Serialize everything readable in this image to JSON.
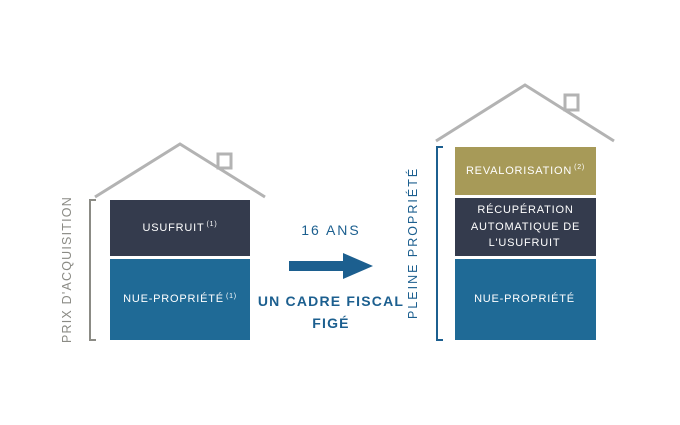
{
  "left": {
    "axis_label": "PRIX D'ACQUISITION",
    "boxes": [
      {
        "label": "USUFRUIT",
        "sup": "(1)"
      },
      {
        "label": "NUE-PROPRIÉTÉ",
        "sup": "(1)"
      }
    ]
  },
  "middle": {
    "duration": "16 ANS",
    "caption_line1": "UN CADRE FISCAL",
    "caption_line2": "FIGÉ",
    "arrow_icon": "arrow-right"
  },
  "right": {
    "axis_label": "PLEINE PROPRIÉTÉ",
    "boxes": [
      {
        "label": "REVALORISATION",
        "sup": "(2)"
      },
      {
        "label": "RÉCUPÉRATION AUTOMATIQUE DE L'USUFRUIT",
        "sup": ""
      },
      {
        "label": "NUE-PROPRIÉTÉ",
        "sup": ""
      }
    ]
  },
  "colors": {
    "navy": "#343b4d",
    "blue": "#1f6a96",
    "gold": "#a79a58",
    "roof_gray": "#b3b3b3",
    "label_gray": "#8b8b85",
    "accent_blue": "#1c5f8f"
  }
}
